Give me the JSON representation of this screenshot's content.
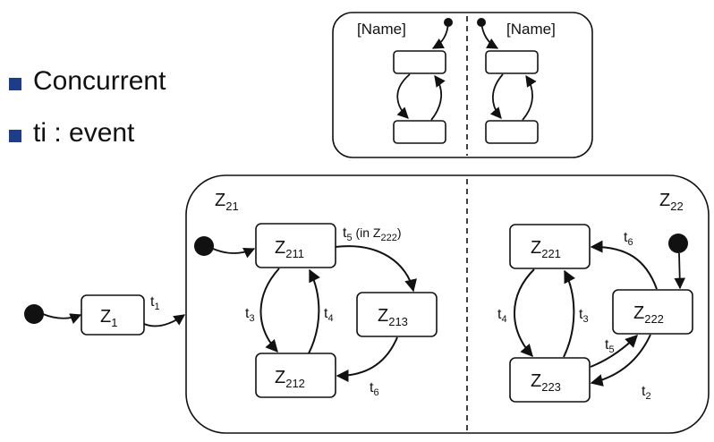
{
  "bullets": [
    {
      "text": "Concurrent"
    },
    {
      "text": "ti : event"
    }
  ],
  "top_diagram": {
    "left_name": "[Name]",
    "right_name": "[Name]"
  },
  "main_diagram": {
    "region_left_label": "Z",
    "region_left_sub": "21",
    "region_right_label": "Z",
    "region_right_sub": "22",
    "states": {
      "z1": {
        "main": "Z",
        "sub": "1"
      },
      "z211": {
        "main": "Z",
        "sub": "211"
      },
      "z212": {
        "main": "Z",
        "sub": "212"
      },
      "z213": {
        "main": "Z",
        "sub": "213"
      },
      "z221": {
        "main": "Z",
        "sub": "221"
      },
      "z222": {
        "main": "Z",
        "sub": "222"
      },
      "z223": {
        "main": "Z",
        "sub": "223"
      }
    },
    "transitions": {
      "t1": {
        "main": "t",
        "sub": "1"
      },
      "t3_left": {
        "main": "t",
        "sub": "3"
      },
      "t4_left": {
        "main": "t",
        "sub": "4"
      },
      "t5_left": {
        "main": "t",
        "sub": "5",
        "guard_pre": " (in Z",
        "guard_sub": "222",
        "guard_post": ")"
      },
      "t6_left": {
        "main": "t",
        "sub": "6"
      },
      "t6_right": {
        "main": "t",
        "sub": "6"
      },
      "t4_right": {
        "main": "t",
        "sub": "4"
      },
      "t3_right": {
        "main": "t",
        "sub": "3"
      },
      "t5_right": {
        "main": "t",
        "sub": "5"
      },
      "t2": {
        "main": "t",
        "sub": "2"
      }
    }
  },
  "colors": {
    "bullet": "#1f3c88",
    "line": "#111111"
  }
}
